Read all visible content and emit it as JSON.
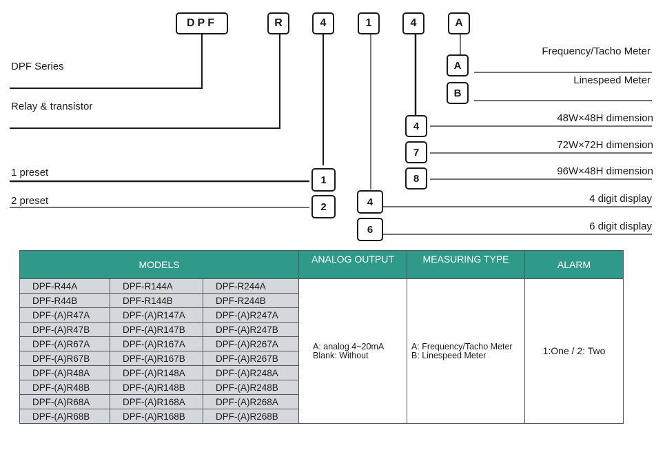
{
  "code": {
    "series": "DPF",
    "relay": "R",
    "preset": "4",
    "display": "1",
    "dimension": "4",
    "meter": "A"
  },
  "options": {
    "meter": [
      {
        "code": "A",
        "label": "Frequency/Tacho Meter"
      },
      {
        "code": "B",
        "label": "Linespeed Meter"
      }
    ],
    "dimension": [
      {
        "code": "4",
        "label": "48W×48H dimension"
      },
      {
        "code": "7",
        "label": "72W×72H dimension"
      },
      {
        "code": "8",
        "label": "96W×48H dimension"
      }
    ],
    "display": [
      {
        "code": "4",
        "label": "4 digit display"
      },
      {
        "code": "6",
        "label": "6 digit display"
      }
    ],
    "preset": [
      {
        "code": "1",
        "label": "1 preset"
      },
      {
        "code": "2",
        "label": "2 preset"
      }
    ]
  },
  "labels": {
    "series": "DPF Series",
    "relay": "Relay & transistor"
  },
  "table": {
    "headers": {
      "models": "MODELS",
      "analog": "ANALOG OUTPUT",
      "measuring": "MEASURING TYPE",
      "alarm": "ALARM"
    },
    "rows": [
      [
        "DPF-R44A",
        "DPF-R144A",
        "DPF-R244A"
      ],
      [
        "DPF-R44B",
        "DPF-R144B",
        "DPF-R244B"
      ],
      [
        "DPF-(A)R47A",
        "DPF-(A)R147A",
        "DPF-(A)R247A"
      ],
      [
        "DPF-(A)R47B",
        "DPF-(A)R147B",
        "DPF-(A)R247B"
      ],
      [
        "DPF-(A)R67A",
        "DPF-(A)R167A",
        "DPF-(A)R267A"
      ],
      [
        "DPF-(A)R67B",
        "DPF-(A)R167B",
        "DPF-(A)R267B"
      ],
      [
        "DPF-(A)R48A",
        "DPF-(A)R148A",
        "DPF-(A)R248A"
      ],
      [
        "DPF-(A)R48B",
        "DPF-(A)R148B",
        "DPF-(A)R248B"
      ],
      [
        "DPF-(A)R68A",
        "DPF-(A)R168A",
        "DPF-(A)R268A"
      ],
      [
        "DPF-(A)R68B",
        "DPF-(A)R168B",
        "DPF-(A)R268B"
      ]
    ],
    "analog_lines": [
      "A: analog 4~20mA",
      "Blank: Without"
    ],
    "measuring_lines": [
      "A: Frequency/Tacho Meter",
      "B: Linespeed Meter"
    ],
    "alarm": "1:One / 2: Two"
  },
  "colors": {
    "header_bg": "#2f9a8a",
    "model_cell_bg": "#d4d7db"
  }
}
